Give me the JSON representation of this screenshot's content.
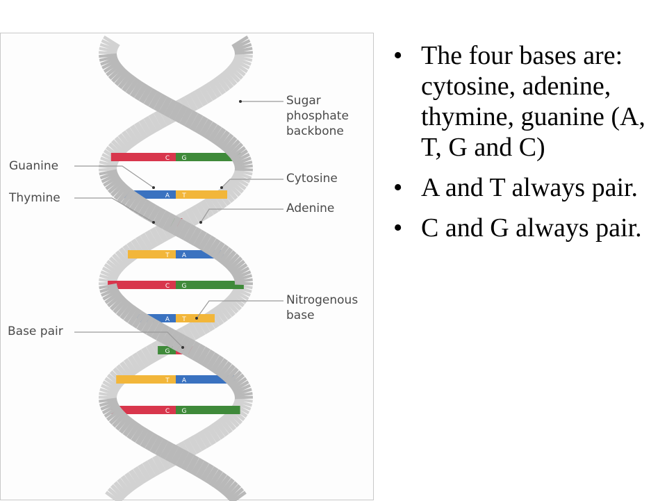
{
  "diagram": {
    "labels": {
      "sugar_phosphate": "Sugar\nphosphate\nbackbone",
      "guanine": "Guanine",
      "thymine": "Thymine",
      "cytosine": "Cytosine",
      "adenine": "Adenine",
      "nitrogenous_base": "Nitrogenous\nbase",
      "base_pair": "Base pair"
    },
    "base_letters": {
      "guanine": "G",
      "cytosine": "C",
      "adenine": "A",
      "thymine": "T"
    },
    "colors": {
      "backbone": "#b9b9b9",
      "backbone_dark": "#8e8e8e",
      "guanine": "#3f8a3a",
      "cytosine": "#d8364c",
      "adenine": "#3a72c0",
      "thymine": "#f2b63a",
      "leader": "#9a9a9a"
    }
  },
  "bullets": [
    {
      "marker": "•",
      "text": "The four bases are: cytosine, adenine, thymine, guanine (A, T, G and C)"
    },
    {
      "marker": "•",
      "text": "A and T always pair."
    },
    {
      "marker": "•",
      "text": "C and G always pair."
    }
  ]
}
